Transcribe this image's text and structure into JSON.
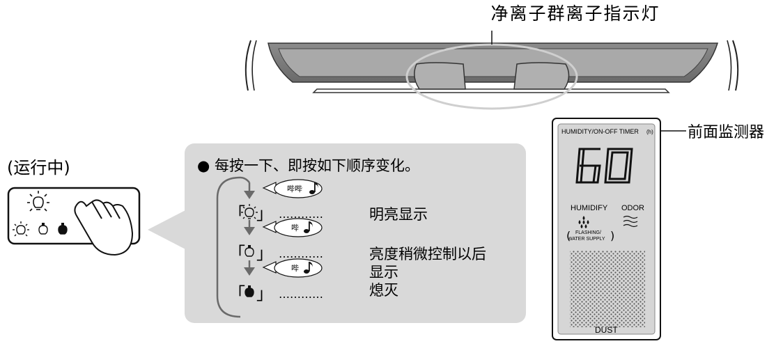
{
  "top_label": "净离子群离子指示灯",
  "running_label": "(运行中)",
  "monitor_callout": "前面监测器",
  "instructions": {
    "bullet": "● 每按一下、即按如下顺序变化。",
    "steps": [
      {
        "beep": "哔哔",
        "bracket_left": "「",
        "bracket_right": "」",
        "dots": "…………",
        "description": "明亮显示"
      },
      {
        "beep": "哔",
        "bracket_left": "「",
        "bracket_right": "」",
        "dots": "…………",
        "description": "亮度稍微控制以后",
        "description2": "显示"
      },
      {
        "beep": "哔",
        "bracket_left": "「",
        "bracket_right": "」",
        "dots": "…………",
        "description": "熄灭"
      }
    ]
  },
  "monitor": {
    "header": "HUMIDITY/ON-OFF TIMER",
    "header_unit": "(h)",
    "digits": "60",
    "humidify_label": "HUMIDIFY",
    "odor_label": "ODOR",
    "flashing_line1": "FLASHING/",
    "flashing_line2": "WATER SUPPLY",
    "dust_label": "DUST"
  },
  "colors": {
    "panel_gray": "#d9d9d9",
    "dark_gray": "#6e6e6e",
    "light_gray": "#bdbdbd"
  }
}
